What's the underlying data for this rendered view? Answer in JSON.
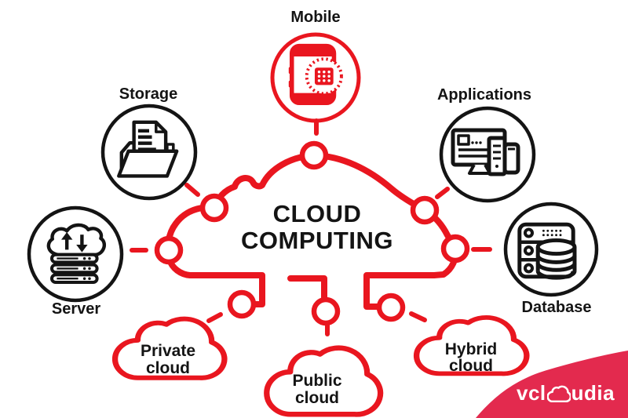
{
  "title": {
    "line1": "CLOUD",
    "line2": "COMPUTING"
  },
  "nodes": {
    "mobile": {
      "label": "Mobile",
      "icon": "smartphone-magnifier-icon",
      "accent": "red"
    },
    "storage": {
      "label": "Storage",
      "icon": "folder-documents-icon",
      "accent": "black"
    },
    "applications": {
      "label": "Applications",
      "icon": "monitor-devices-icon",
      "accent": "black"
    },
    "server": {
      "label": "Server",
      "icon": "cloud-server-icon",
      "accent": "black"
    },
    "database": {
      "label": "Database",
      "icon": "database-server-icon",
      "accent": "black"
    }
  },
  "sub_clouds": {
    "private": {
      "line1": "Private",
      "line2": "cloud"
    },
    "public": {
      "line1": "Public",
      "line2": "cloud"
    },
    "hybrid": {
      "line1": "Hybrid",
      "line2": "cloud"
    }
  },
  "logo": {
    "text": "vcloudia",
    "prefix": "vcl",
    "suffix": "udia",
    "glyph": "cloud-o-icon"
  },
  "colors": {
    "diagram_red": "#e9161f",
    "icon_black": "#141414",
    "swoosh_red": "#e32a4e",
    "background": "#ffffff",
    "logo_text": "#ffffff"
  }
}
